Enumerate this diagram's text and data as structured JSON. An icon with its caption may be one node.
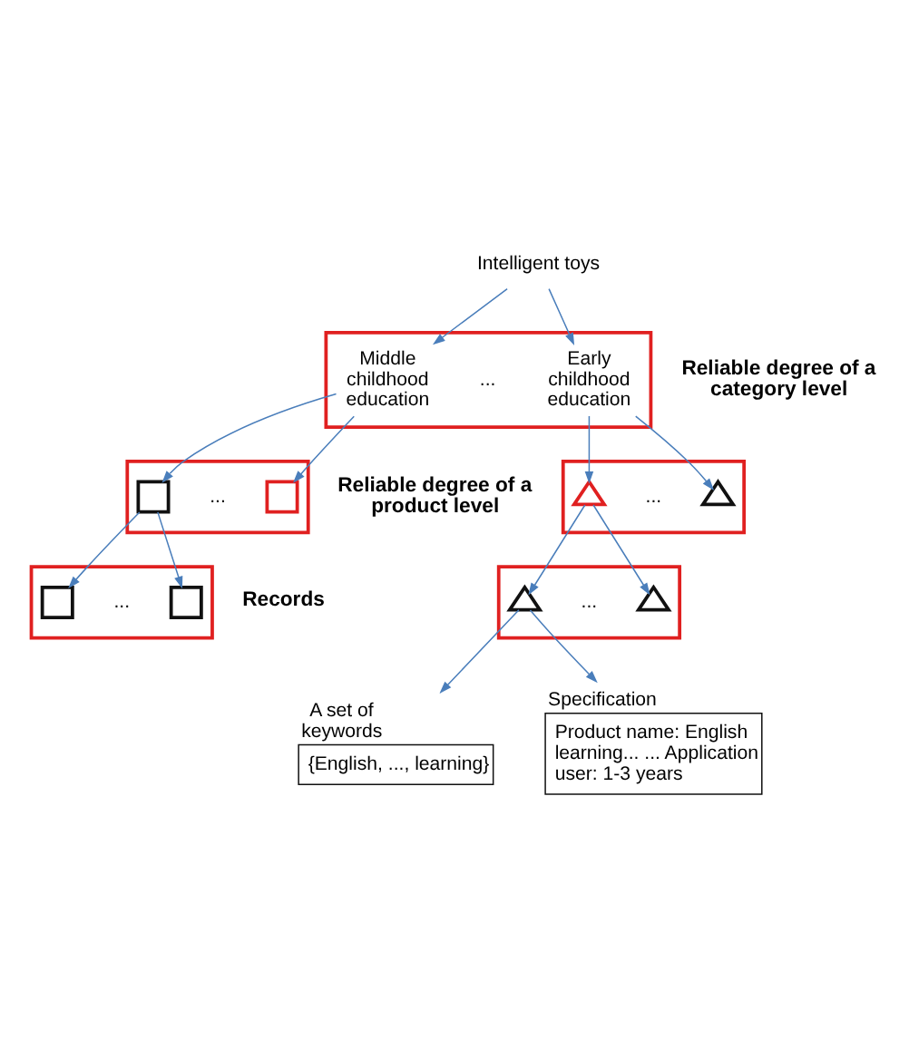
{
  "diagram": {
    "nodes": [
      {
        "text": [
          "Intelligent toys"
        ]
      },
      {
        "text": [],
        "shape": "box"
      },
      {
        "text": [
          "Middle childhood education"
        ],
        "in": 1
      },
      {
        "text": [
          "Early childhood education"
        ],
        "in": 1
      },
      {
        "text": [],
        "shape": "box"
      },
      {
        "text": [],
        "shape": "box",
        "in": 4
      },
      {
        "text": [],
        "shape": "box",
        "in": 4
      },
      {
        "text": [],
        "shape": "box"
      },
      {
        "text": [],
        "shape": "triangle",
        "in": 7
      },
      {
        "text": [],
        "shape": "triangle",
        "in": 7
      },
      {
        "text": [],
        "shape": "box"
      },
      {
        "text": [],
        "shape": "box",
        "in": 10
      },
      {
        "text": [],
        "shape": "box",
        "in": 10
      },
      {
        "text": [],
        "shape": "box"
      },
      {
        "text": [],
        "shape": "triangle",
        "in": 13
      },
      {
        "text": [],
        "shape": "triangle",
        "in": 13
      },
      {
        "text": [
          "A set of keywords",
          "{English, ..., learning}"
        ]
      },
      {
        "text": [
          "Specification",
          "Product name: English learning... ... Application user: 1-3 years"
        ]
      }
    ],
    "edges": [
      {
        "from": 0,
        "to": 2,
        "arrow": "to"
      },
      {
        "from": 0,
        "to": 3,
        "arrow": "to"
      },
      {
        "from": 2,
        "to": 5,
        "arrow": "to"
      },
      {
        "from": 2,
        "to": 6,
        "arrow": "to"
      },
      {
        "from": 3,
        "to": 8,
        "arrow": "to"
      },
      {
        "from": 3,
        "to": 9,
        "arrow": "to"
      },
      {
        "from": 5,
        "to": 11,
        "arrow": "to"
      },
      {
        "from": 5,
        "to": 12,
        "arrow": "to"
      },
      {
        "from": 8,
        "to": 14,
        "arrow": "to"
      },
      {
        "from": 8,
        "to": 15,
        "arrow": "to"
      },
      {
        "from": 14,
        "to": 16,
        "arrow": "to"
      },
      {
        "from": 14,
        "to": 17,
        "arrow": "to"
      }
    ],
    "labels": [
      "...",
      "Reliable degree of a category level",
      "...",
      "...",
      "Reliable degree of a product level",
      "...",
      "...",
      "Records"
    ]
  }
}
